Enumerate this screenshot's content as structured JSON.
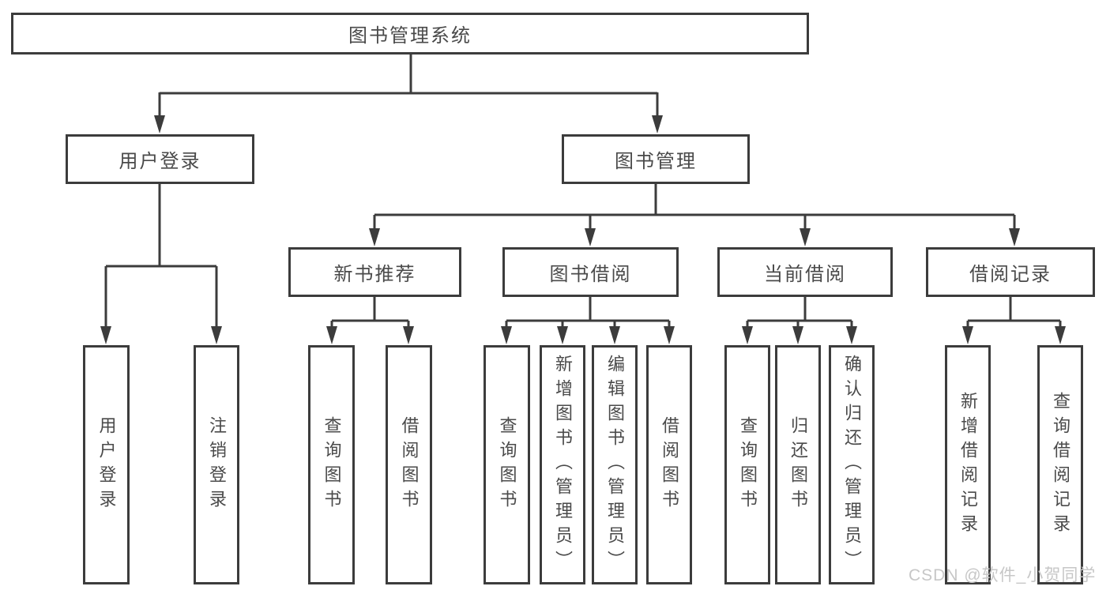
{
  "diagram": {
    "root": {
      "label": "图书管理系统"
    },
    "branches": [
      {
        "label": "用户登录",
        "children": [
          {
            "label": "用户登录"
          },
          {
            "label": "注销登录"
          }
        ]
      },
      {
        "label": "图书管理",
        "children": [
          {
            "label": "新书推荐",
            "children": [
              {
                "label": "查询图书"
              },
              {
                "label": "借阅图书"
              }
            ]
          },
          {
            "label": "图书借阅",
            "children": [
              {
                "label": "查询图书"
              },
              {
                "label": "新增图书（管理员）"
              },
              {
                "label": "编辑图书（管理员）"
              },
              {
                "label": "借阅图书"
              }
            ]
          },
          {
            "label": "当前借阅",
            "children": [
              {
                "label": "查询图书"
              },
              {
                "label": "归还图书"
              },
              {
                "label": "确认归还（管理员）"
              }
            ]
          },
          {
            "label": "借阅记录",
            "children": [
              {
                "label": "新增借阅记录"
              },
              {
                "label": "查询借阅记录"
              }
            ]
          }
        ]
      }
    ]
  },
  "watermark": {
    "text": "CSDN @软件_小贺同学"
  },
  "colors": {
    "line": "#3c3c3c",
    "text": "#4a4a4a",
    "watermark": "#c7c7c7",
    "background": "#ffffff"
  }
}
